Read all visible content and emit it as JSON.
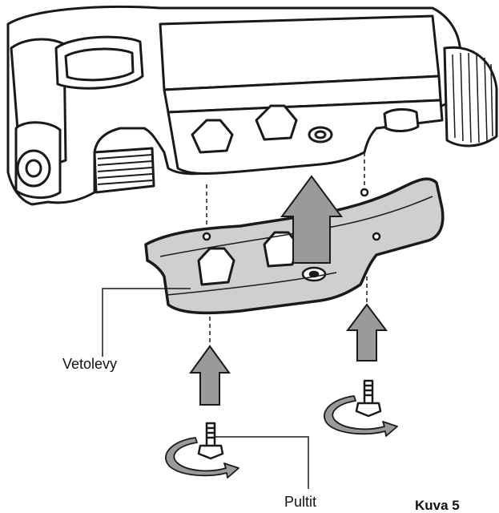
{
  "labels": {
    "plate": "Vetolevy",
    "bolts": "Pultit",
    "figure": "Kuva 5"
  },
  "colors": {
    "line": "#1a1a1a",
    "plate_fill": "#cfcfcf",
    "arrow_fill": "#9a9a9a",
    "background": "#ffffff"
  }
}
